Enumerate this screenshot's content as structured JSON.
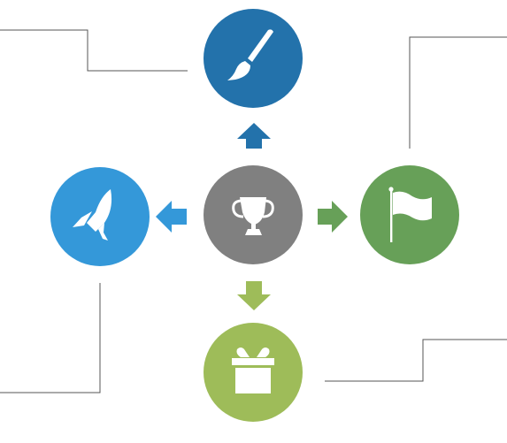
{
  "diagram": {
    "center": {
      "icon": "trophy-icon",
      "color": "#808080"
    },
    "nodes": [
      {
        "id": "top",
        "icon": "paintbrush-icon",
        "color": "#2372ab"
      },
      {
        "id": "left",
        "icon": "rocket-icon",
        "color": "#3498d9"
      },
      {
        "id": "right",
        "icon": "flag-icon",
        "color": "#67a058"
      },
      {
        "id": "bottom",
        "icon": "gift-icon",
        "color": "#9ebc59"
      }
    ],
    "arrows": [
      {
        "direction": "up",
        "color": "#2372ab"
      },
      {
        "direction": "left",
        "color": "#3498d9"
      },
      {
        "direction": "right",
        "color": "#67a058"
      },
      {
        "direction": "bottom",
        "color": "#9ebc59"
      }
    ],
    "connector_color": "#555555"
  }
}
